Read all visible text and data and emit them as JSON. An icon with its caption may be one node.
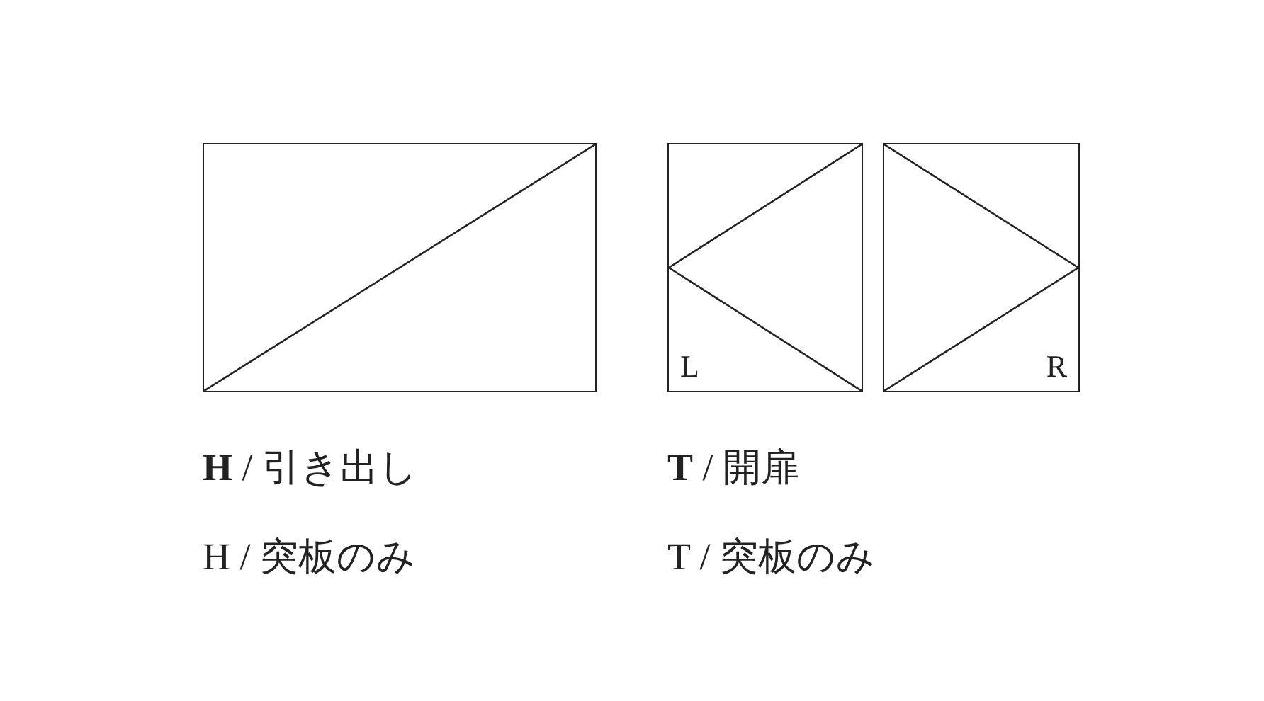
{
  "diagram": {
    "nodes": [
      {
        "text": [],
        "shape": "box"
      },
      {
        "text": [
          "L"
        ]
      },
      {
        "text": [
          "R"
        ]
      }
    ],
    "labels": [
      "**H** / 引き出し",
      "**T** / 開扉",
      "H / 突板のみ",
      "T / 突板のみ"
    ]
  }
}
